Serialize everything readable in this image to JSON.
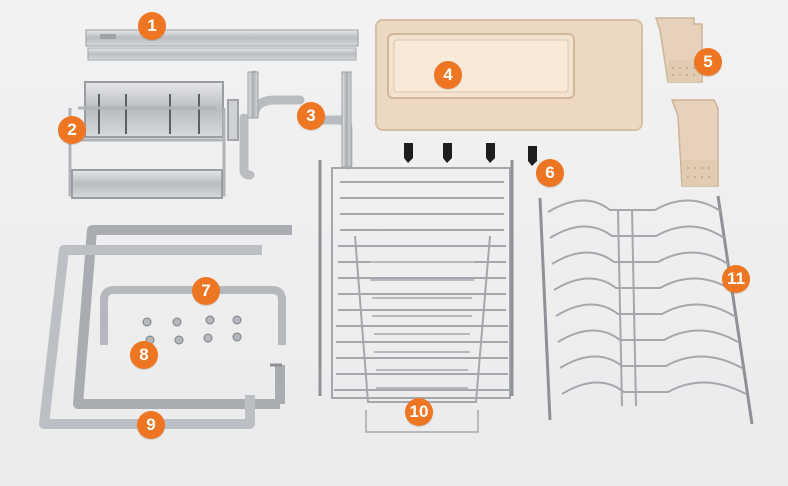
{
  "labels": [
    "1",
    "2",
    "3",
    "4",
    "5",
    "6",
    "7",
    "8",
    "9",
    "10",
    "11"
  ],
  "colors": {
    "background": "#ededee",
    "badge": "#ee7623",
    "badge_text": "#ffffff",
    "steel": "#c9cbce",
    "steel_dark": "#8e9196",
    "tray": "#ecd9c3",
    "tray_edge": "#d6bfa5",
    "hook": "#1e1e1e"
  },
  "parts": [
    {
      "label": "1",
      "name": "top-rail"
    },
    {
      "label": "2",
      "name": "knife-holder-shelf"
    },
    {
      "label": "3",
      "name": "cup-holder-bracket"
    },
    {
      "label": "4",
      "name": "drip-tray"
    },
    {
      "label": "5",
      "name": "utensil-holder-cups"
    },
    {
      "label": "6",
      "name": "hooks"
    },
    {
      "label": "7",
      "name": "u-bracket"
    },
    {
      "label": "8",
      "name": "screws"
    },
    {
      "label": "9",
      "name": "side-frames"
    },
    {
      "label": "10",
      "name": "bowl-rack-basket"
    },
    {
      "label": "11",
      "name": "plate-rack"
    }
  ]
}
